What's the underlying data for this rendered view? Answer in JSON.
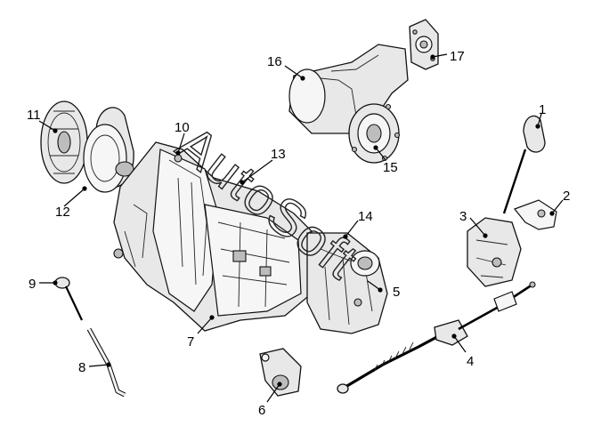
{
  "diagram": {
    "watermark": "AutoSoft",
    "callouts": [
      {
        "id": "1",
        "label": "1"
      },
      {
        "id": "2",
        "label": "2"
      },
      {
        "id": "3",
        "label": "3"
      },
      {
        "id": "4",
        "label": "4"
      },
      {
        "id": "5",
        "label": "5"
      },
      {
        "id": "6",
        "label": "6"
      },
      {
        "id": "7",
        "label": "7"
      },
      {
        "id": "8",
        "label": "8"
      },
      {
        "id": "9",
        "label": "9"
      },
      {
        "id": "10",
        "label": "10"
      },
      {
        "id": "11",
        "label": "11"
      },
      {
        "id": "12",
        "label": "12"
      },
      {
        "id": "13",
        "label": "13"
      },
      {
        "id": "14",
        "label": "14"
      },
      {
        "id": "15",
        "label": "15"
      },
      {
        "id": "16",
        "label": "16"
      },
      {
        "id": "17",
        "label": "17"
      }
    ]
  }
}
